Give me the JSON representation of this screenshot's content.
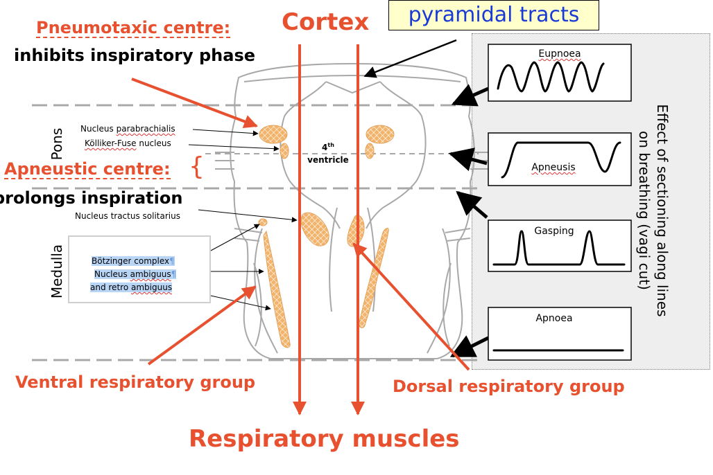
{
  "labels": {
    "cortex": "Cortex",
    "pyramidal_tracts": "pyramidal tracts",
    "pneumotaxic_title": "Pneumotaxic centre:",
    "pneumotaxic_desc": "inhibits inspiratory phase",
    "apneustic_title": "Apneustic centre:",
    "apneustic_brace": "{",
    "apneustic_desc": "prolongs inspiration",
    "nucleus_tractus": "Nucleus tractus solitarius",
    "pons": "Pons",
    "medulla": "Medulla",
    "np_word1": "Nucleus",
    "np_word2": "parabrachialis",
    "kf_word1": "Kölliker-Fuse",
    "kf_word2": "nucleus",
    "ventricle_num": "4",
    "ventricle_sup": "th",
    "ventricle_word": "ventricle",
    "botz_word1": "Bötzinger",
    "botz_word2": "complex",
    "ambig_word1": "Nucleus",
    "ambig_word2": "ambiguus",
    "retro_word1": "and retro",
    "retro_word2": "ambiguus",
    "pilcrow": "¶",
    "ventral_group": "Ventral respiratory group",
    "dorsal_group": "Dorsal respiratory group",
    "resp_muscles": "Respiratory muscles"
  },
  "side_panel": {
    "vertical_line1": "Effect of sectioning along lines",
    "vertical_line2": "on breathing (vagi cut)",
    "traces": [
      {
        "label": "Eupnoea"
      },
      {
        "label": "Apneusis"
      },
      {
        "label": "Gasping"
      },
      {
        "label": "Apnoea"
      }
    ]
  },
  "colors": {
    "accent_red": "#e8512f",
    "nucleus_orange": "#f2b36b",
    "highlight_blue": "#b9d5f5",
    "pyramidal_text_blue": "#1a3ad6",
    "pyramidal_box_bg": "#ffffcc",
    "panel_bg": "#eeeeee"
  }
}
